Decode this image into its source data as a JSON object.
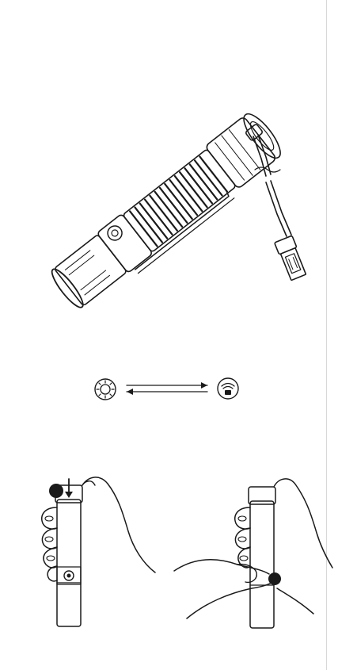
{
  "figure": {
    "ink_color": "#1a1a1a",
    "page_color": "#ffffff",
    "edge_rule_color": "#d8d8d8",
    "panels": [
      {
        "id": "flashlight-charging",
        "icons": [
          "flashlight-icon",
          "usb-cable-icon",
          "magnetic-charging-connector-icon"
        ]
      },
      {
        "id": "mode-switch",
        "icons": [
          "sun-mode-icon",
          "double-arrow-icon",
          "button-mode-icon"
        ]
      },
      {
        "id": "hand-operation",
        "icons": [
          "tail-press-hand-icon",
          "side-press-hand-icon",
          "press-dot-icon"
        ]
      }
    ]
  }
}
